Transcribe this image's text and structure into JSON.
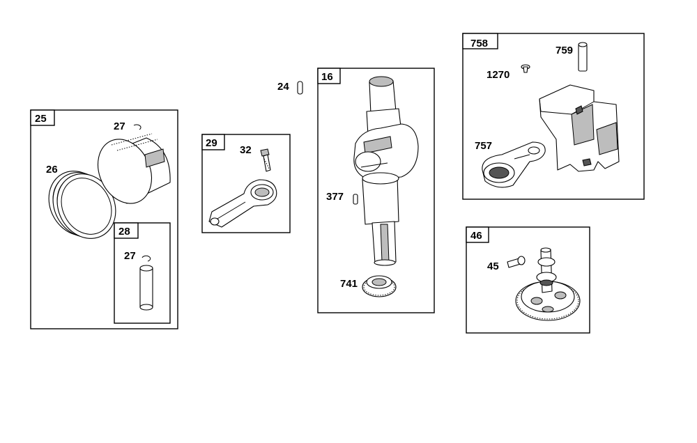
{
  "groups": {
    "g25": "25",
    "g28": "28",
    "g29": "29",
    "g16": "16",
    "g758": "758",
    "g46": "46"
  },
  "callouts": {
    "c27a": "27",
    "c26": "26",
    "c27b": "27",
    "c32": "32",
    "c24": "24",
    "c377": "377",
    "c741": "741",
    "c759": "759",
    "c1270": "1270",
    "c757": "757",
    "c45": "45"
  }
}
